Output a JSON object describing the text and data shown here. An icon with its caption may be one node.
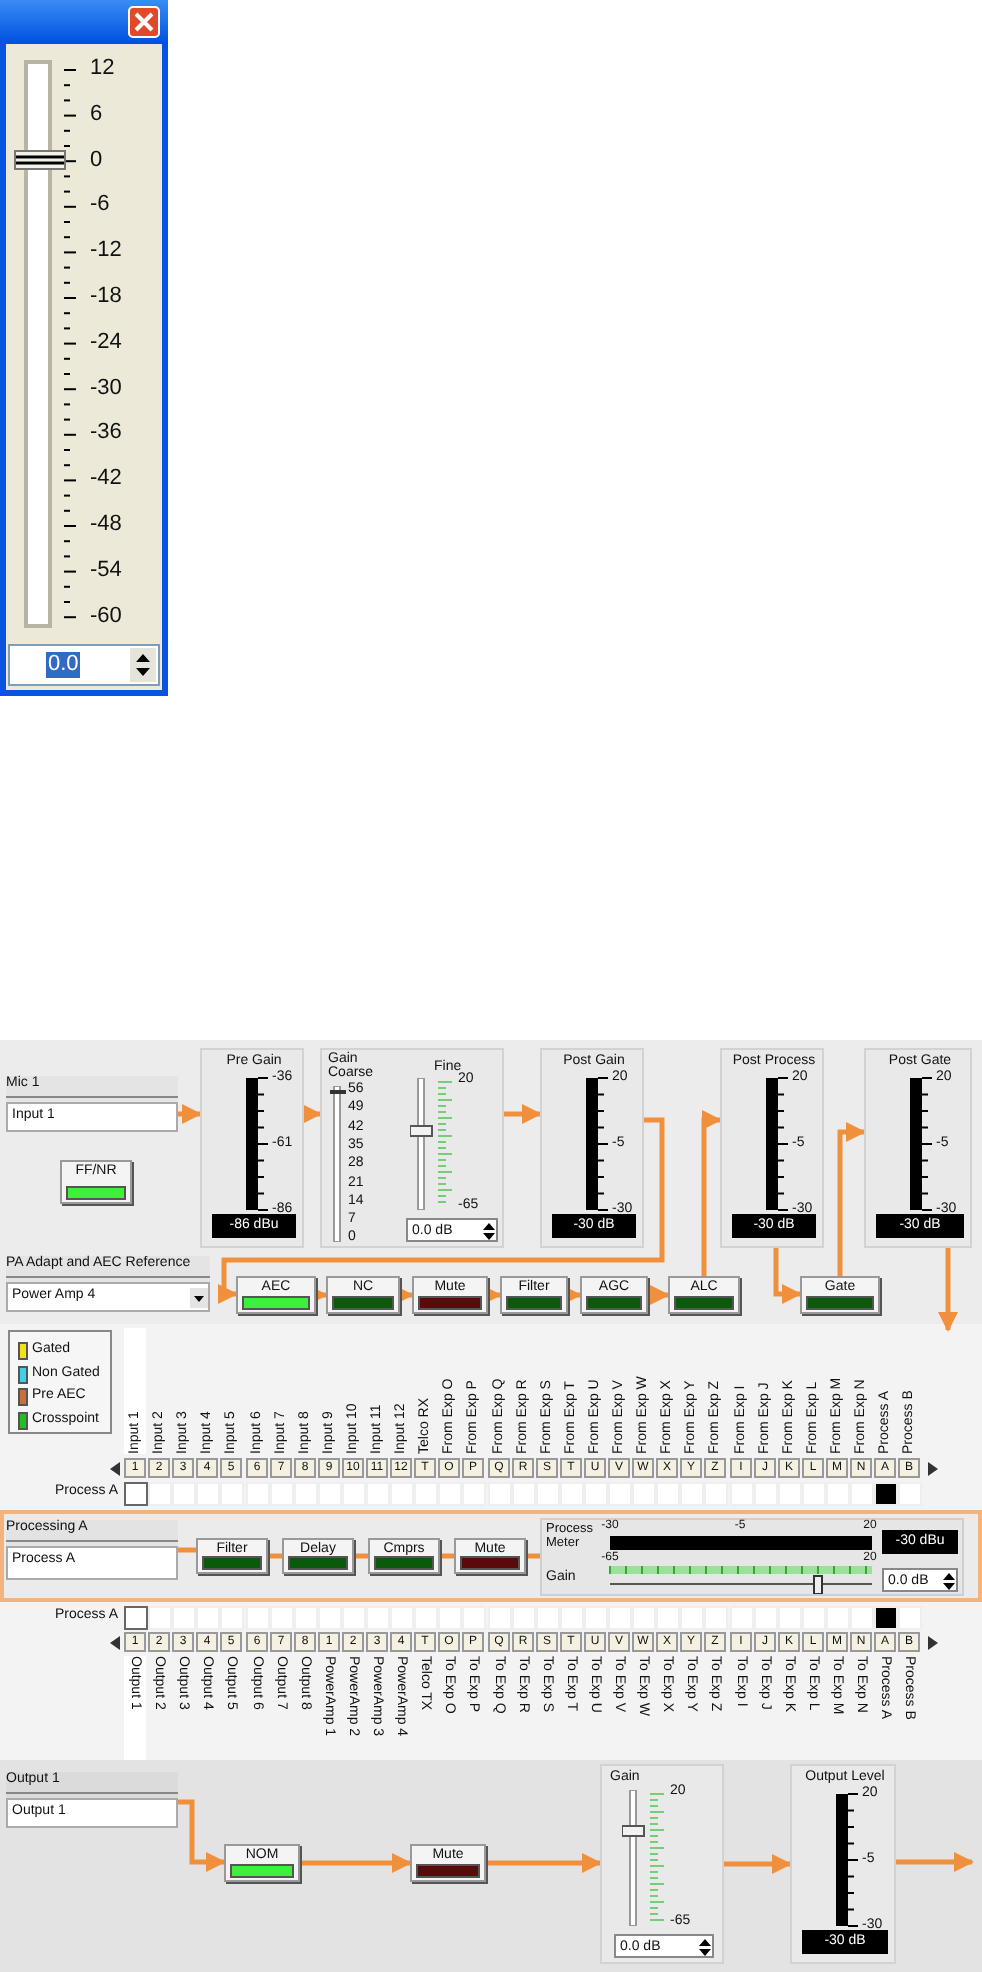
{
  "diagram": {
    "nodes": [
      {
        "text": [
          "Mic 1",
          "Input 1"
        ]
      },
      {
        "text": [
          "FF/NR"
        ]
      },
      {
        "text": [
          "Pre Gain",
          "-36",
          "-61",
          "-86",
          "-86 dBu"
        ]
      },
      {
        "text": [
          "Gain Coarse",
          "56",
          "49",
          "42",
          "35",
          "28",
          "21",
          "14",
          "7",
          "0",
          "Fine",
          "20",
          "-65",
          "0.0 dB"
        ]
      },
      {
        "text": [
          "Post Gain",
          "20",
          "-5",
          "-30",
          "-30 dB"
        ]
      },
      {
        "text": [
          "Post Process",
          "20",
          "-5",
          "-30",
          "-30 dB"
        ]
      },
      {
        "text": [
          "Post Gate",
          "20",
          "-5",
          "-30",
          "-30 dB"
        ]
      },
      {
        "text": [
          "PA Adapt and AEC Reference",
          "Power Amp 4"
        ]
      },
      {
        "text": [
          "AEC"
        ]
      },
      {
        "text": [
          "NC"
        ]
      },
      {
        "text": [
          "Mute"
        ]
      },
      {
        "text": [
          "Filter"
        ]
      },
      {
        "text": [
          "AGC"
        ]
      },
      {
        "text": [
          "ALC"
        ]
      },
      {
        "text": [
          "Gate"
        ]
      },
      {
        "text": [
          "Processing A",
          "Process A"
        ]
      },
      {
        "text": [
          "Filter"
        ]
      },
      {
        "text": [
          "Delay"
        ]
      },
      {
        "text": [
          "Cmprs"
        ]
      },
      {
        "text": [
          "Mute"
        ]
      },
      {
        "text": [
          "Process Meter",
          "-30",
          "-5",
          "20",
          "-30 dBu",
          "Gain",
          "-65",
          "20",
          "0.0 dB"
        ]
      },
      {
        "text": [
          "Output 1",
          "Output 1"
        ]
      },
      {
        "text": [
          "NOM"
        ]
      },
      {
        "text": [
          "Mute"
        ]
      },
      {
        "text": [
          "Gain",
          "20",
          "-65",
          "0.0 dB"
        ]
      },
      {
        "text": [
          "Output Level",
          "20",
          "-5",
          "-30",
          "-30 dB"
        ]
      }
    ],
    "edges": [
      {
        "from": 0,
        "to": 2,
        "arrow": "to"
      },
      {
        "from": 2,
        "to": 3,
        "arrow": "to"
      },
      {
        "from": 3,
        "to": 4,
        "arrow": "to"
      },
      {
        "from": 4,
        "to": 8,
        "arrow": "to"
      },
      {
        "from": 8,
        "to": 9,
        "arrow": "to"
      },
      {
        "from": 9,
        "to": 10,
        "arrow": "to"
      },
      {
        "from": 10,
        "to": 11,
        "arrow": "to"
      },
      {
        "from": 11,
        "to": 12,
        "arrow": "to"
      },
      {
        "from": 12,
        "to": 13,
        "arrow": "to"
      },
      {
        "from": 13,
        "to": 5,
        "arrow": "to"
      },
      {
        "from": 5,
        "to": 14,
        "arrow": "to"
      },
      {
        "from": 14,
        "to": 6,
        "arrow": "to"
      },
      {
        "from": 6,
        "to": null,
        "arrow": "to"
      },
      {
        "from": 15,
        "to": 16,
        "arrow": "none"
      },
      {
        "from": 16,
        "to": 17,
        "arrow": "none"
      },
      {
        "from": 17,
        "to": 18,
        "arrow": "none"
      },
      {
        "from": 18,
        "to": 19,
        "arrow": "none"
      },
      {
        "from": 19,
        "to": 20,
        "arrow": "none"
      },
      {
        "from": 21,
        "to": 22,
        "arrow": "to"
      },
      {
        "from": 22,
        "to": 23,
        "arrow": "to"
      },
      {
        "from": 23,
        "to": 24,
        "arrow": "to"
      },
      {
        "from": 24,
        "to": 25,
        "arrow": "to"
      },
      {
        "from": 25,
        "to": null,
        "arrow": "to"
      }
    ],
    "labels": [
      "12",
      "6",
      "0",
      "-6",
      "-12",
      "-18",
      "-24",
      "-30",
      "-36",
      "-42",
      "-48",
      "-54",
      "-60",
      "0.0",
      "Input 1",
      "Input 2",
      "Input 3",
      "Input 4",
      "Input 5",
      "Input 6",
      "Input 7",
      "Input 8",
      "Input 9",
      "Input 10",
      "Input 11",
      "Input 12",
      "Telco RX",
      "From Exp O",
      "From Exp P",
      "From Exp Q",
      "From Exp R",
      "From Exp S",
      "From Exp T",
      "From Exp U",
      "From Exp V",
      "From Exp W",
      "From Exp X",
      "From Exp Y",
      "From Exp Z",
      "From Exp I",
      "From Exp J",
      "From Exp K",
      "From Exp L",
      "From Exp M",
      "From Exp N",
      "Process A",
      "Process B",
      "1",
      "2",
      "3",
      "4",
      "5",
      "6",
      "7",
      "8",
      "9",
      "10",
      "11",
      "12",
      "T",
      "O",
      "P",
      "Q",
      "R",
      "S",
      "T",
      "U",
      "V",
      "W",
      "X",
      "Y",
      "Z",
      "I",
      "J",
      "K",
      "L",
      "M",
      "N",
      "A",
      "B",
      "Process A",
      "Process A",
      "1",
      "2",
      "3",
      "4",
      "5",
      "6",
      "7",
      "8",
      "1",
      "2",
      "3",
      "4",
      "T",
      "O",
      "P",
      "Q",
      "R",
      "S",
      "T",
      "U",
      "V",
      "W",
      "X",
      "Y",
      "Z",
      "I",
      "J",
      "K",
      "L",
      "M",
      "N",
      "A",
      "B",
      "Output 1",
      "Output 2",
      "Output 3",
      "Output 4",
      "Output 5",
      "Output 6",
      "Output 7",
      "Output 8",
      "PowerAmp 1",
      "PowerAmp 2",
      "PowerAmp 3",
      "PowerAmp 4",
      "Telco TX",
      "To Exp O",
      "To Exp P",
      "To Exp Q",
      "To Exp R",
      "To Exp S",
      "To Exp T",
      "To Exp U",
      "To Exp V",
      "To Exp W",
      "To Exp X",
      "To Exp Y",
      "To Exp Z",
      "To Exp I",
      "To Exp J",
      "To Exp K",
      "To Exp L",
      "To Exp M",
      "To Exp N",
      "Process A",
      "Process B"
    ],
    "legend": [
      {
        "text": "Gated",
        "color": "#f0e020"
      },
      {
        "text": "Non Gated",
        "color": "#40d0e8"
      },
      {
        "text": "Pre AEC",
        "color": "#c8703c"
      },
      {
        "text": "Crosspoint",
        "color": "#20c020"
      }
    ]
  }
}
